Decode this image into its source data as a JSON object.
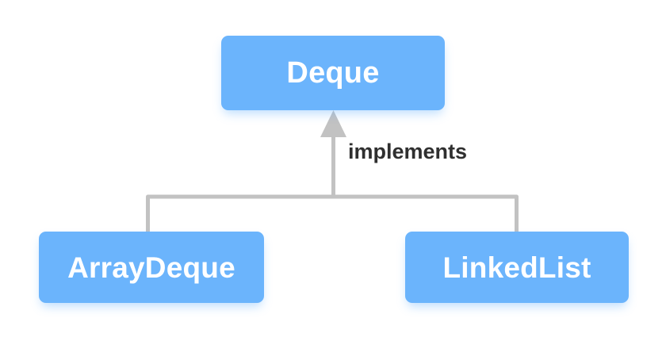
{
  "diagram": {
    "type": "uml-class-hierarchy",
    "background_color": "#FFFFFF",
    "node_color": "#6BB4FC",
    "node_text_color": "#FFFFFF",
    "connector_color": "#C2C2C2",
    "label_text_color": "#2F2F2F",
    "nodes": [
      {
        "id": "deque",
        "label": "Deque",
        "role": "interface"
      },
      {
        "id": "arraydeque",
        "label": "ArrayDeque",
        "role": "class"
      },
      {
        "id": "linkedlist",
        "label": "LinkedList",
        "role": "class"
      }
    ],
    "relationship": {
      "label": "implements",
      "arrow": "hollow-triangle-up",
      "from": [
        "arraydeque",
        "linkedlist"
      ],
      "to": "deque"
    }
  }
}
